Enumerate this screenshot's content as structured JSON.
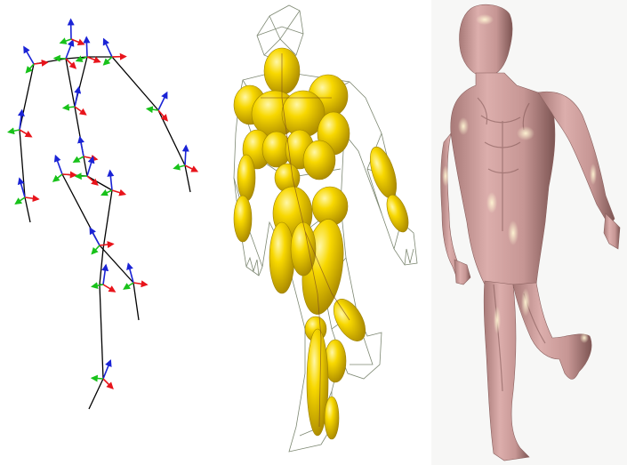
{
  "figure": {
    "panels": [
      {
        "id": "skeleton",
        "kind": "stick-figure skeleton with joint coordinate frames"
      },
      {
        "id": "ellipsoids",
        "kind": "yellow ellipsoid muscle model inside wireframe mesh"
      },
      {
        "id": "skin",
        "kind": "smooth pink skinned body surface"
      }
    ],
    "colors": {
      "bone": "#000000",
      "axis_x": "#e8141b",
      "axis_y": "#18c21a",
      "axis_z": "#1a23d6",
      "ellipsoid": "#f4cf00",
      "ellipsoid_shade": "#b89400",
      "wire": "#6f7b63",
      "skin": "#d9a7a5",
      "skin_shade": "#9a6d6b",
      "skin_highlight": "#fff3cf"
    }
  }
}
